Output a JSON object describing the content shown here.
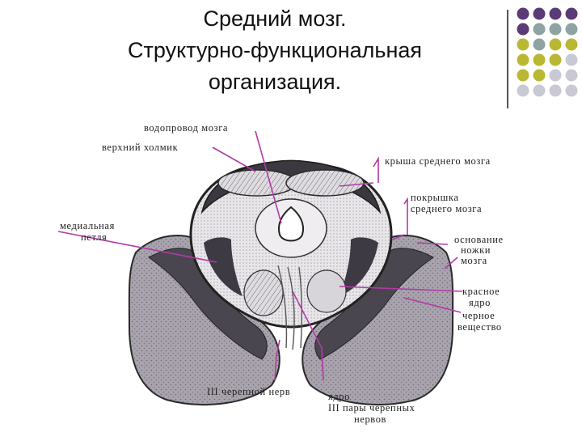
{
  "slide": {
    "title_lines": [
      "Средний мозг.",
      "Структурно-функциональная",
      "организация."
    ],
    "decor_colors": [
      "#5b3a78",
      "#8fa3a3",
      "#b9b832",
      "#c9c9d6"
    ]
  },
  "figure": {
    "labels": {
      "aqueduct": "водопровод мозга",
      "superior_colliculus": "верхний холмик",
      "tectum": "крыша среднего мозга",
      "tegmentum_1": "покрышка",
      "tegmentum_2": "среднего мозга",
      "medial_lemniscus_1": "медиальная",
      "medial_lemniscus_2": "петля",
      "basis_1": "основание",
      "basis_2": "ножки",
      "basis_3": "мозга",
      "red_nucleus_1": "красное",
      "red_nucleus_2": "ядро",
      "substantia_nigra_1": "черное",
      "substantia_nigra_2": "вещество",
      "cn3": "III черепной нерв",
      "cn3_nucleus_1": "ядро",
      "cn3_nucleus_2": "III пары черепных",
      "cn3_nucleus_3": "нервов"
    }
  }
}
